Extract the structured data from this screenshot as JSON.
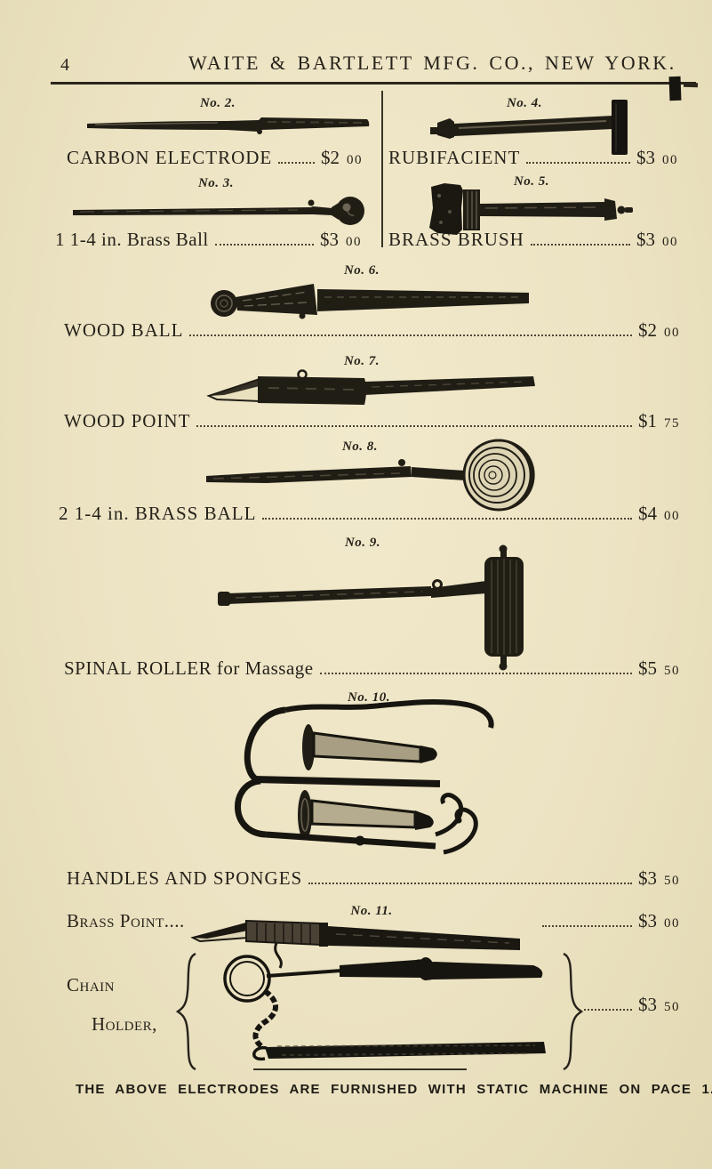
{
  "page": {
    "number": "4",
    "title": "WAITE & BARTLETT MFG. CO., NEW YORK.",
    "footer": "THE ABOVE ELECTRODES ARE FURNISHED WITH STATIC MACHINE ON PACE 1."
  },
  "colors": {
    "paper": "#ece3c3",
    "ink": "#26221a"
  },
  "items": {
    "no2": {
      "no": "No. 2.",
      "label": "CARBON ELECTRODE",
      "dollars": "$2",
      "cents": "00",
      "image": "carbon-electrode"
    },
    "no3": {
      "no": "No. 3.",
      "label": "1 1-4 in. Brass Ball",
      "dollars": "$3",
      "cents": "00",
      "image": "small-brass-ball-electrode"
    },
    "no4": {
      "no": "No. 4.",
      "label": "RUBIFACIENT",
      "dollars": "$3",
      "cents": "00",
      "image": "rubifacient-electrode"
    },
    "no5": {
      "no": "No. 5.",
      "label": "BRASS BRUSH",
      "dollars": "$3",
      "cents": "00",
      "image": "brass-brush-electrode"
    },
    "no6": {
      "no": "No. 6.",
      "label": "WOOD BALL",
      "dollars": "$2",
      "cents": "00",
      "image": "wood-ball-electrode"
    },
    "no7": {
      "no": "No. 7.",
      "label": "WOOD POINT",
      "dollars": "$1",
      "cents": "75",
      "image": "wood-point-electrode"
    },
    "no8": {
      "no": "No. 8.",
      "label": "2 1-4 in. BRASS BALL",
      "dollars": "$4",
      "cents": "00",
      "image": "large-brass-ball-electrode"
    },
    "no9": {
      "no": "No. 9.",
      "label": "SPINAL ROLLER for Massage",
      "dollars": "$5",
      "cents": "50",
      "image": "spinal-roller"
    },
    "no10": {
      "no": "No. 10.",
      "label": "HANDLES AND SPONGES",
      "dollars": "$3",
      "cents": "50",
      "image": "handles-and-sponges"
    },
    "no11": {
      "no": "No. 11.",
      "label": "Brass Point....",
      "dollars": "$3",
      "cents": "00",
      "image": "brass-point-electrode"
    }
  },
  "chain_holder": {
    "label_line1": "Chain",
    "label_line2": "Holder,",
    "dollars": "$3",
    "cents": "50",
    "image": "chain-holder"
  }
}
